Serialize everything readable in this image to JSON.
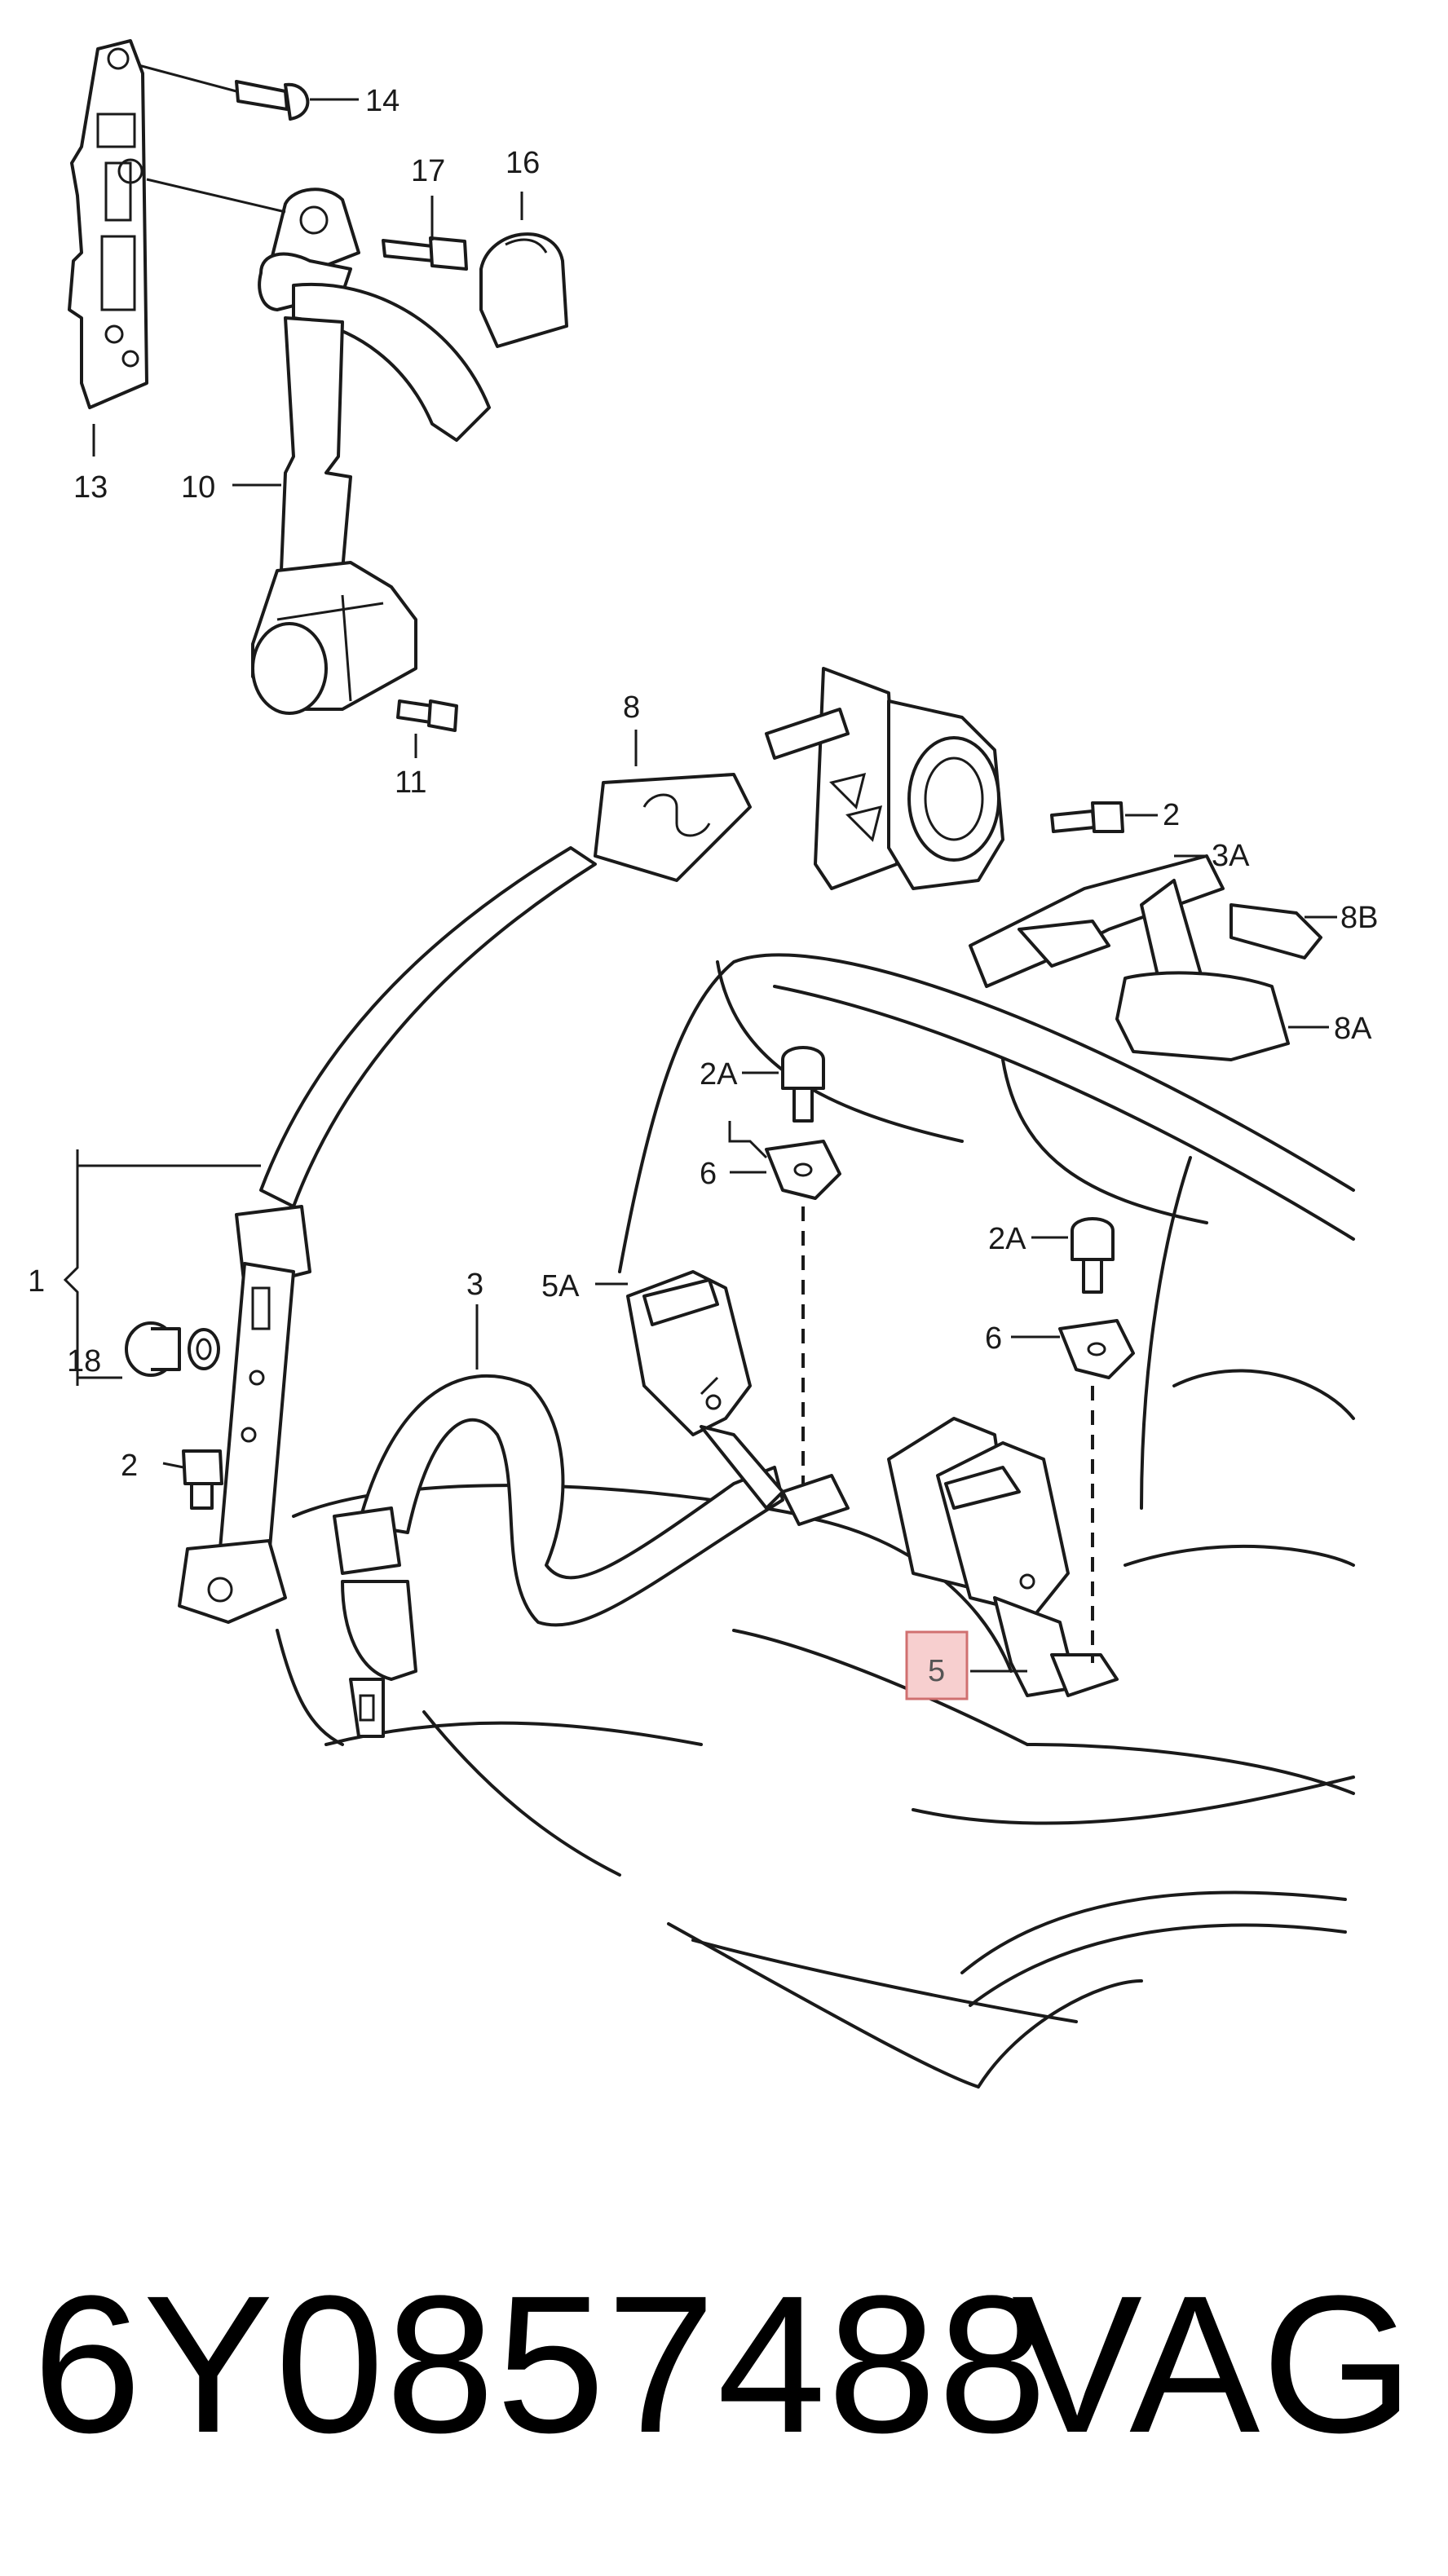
{
  "callouts": {
    "c14": "14",
    "c17": "17",
    "c16": "16",
    "c13": "13",
    "c10": "10",
    "c11": "11",
    "c8": "8",
    "c2_top": "2",
    "c3A": "3A",
    "c8B": "8B",
    "c8A": "8A",
    "c2A_left": "2A",
    "c6_left": "6",
    "c1": "1",
    "c3": "3",
    "c5A": "5A",
    "c2A_right": "2A",
    "c6_right": "6",
    "c18": "18",
    "c2_left": "2",
    "c5": "5"
  },
  "footer": {
    "part_number": "6Y0857488",
    "brand": "VAG"
  },
  "colors": {
    "line": "#1a1a1a",
    "highlight_fill": "#f7cfcf",
    "highlight_stroke": "#d07070"
  }
}
